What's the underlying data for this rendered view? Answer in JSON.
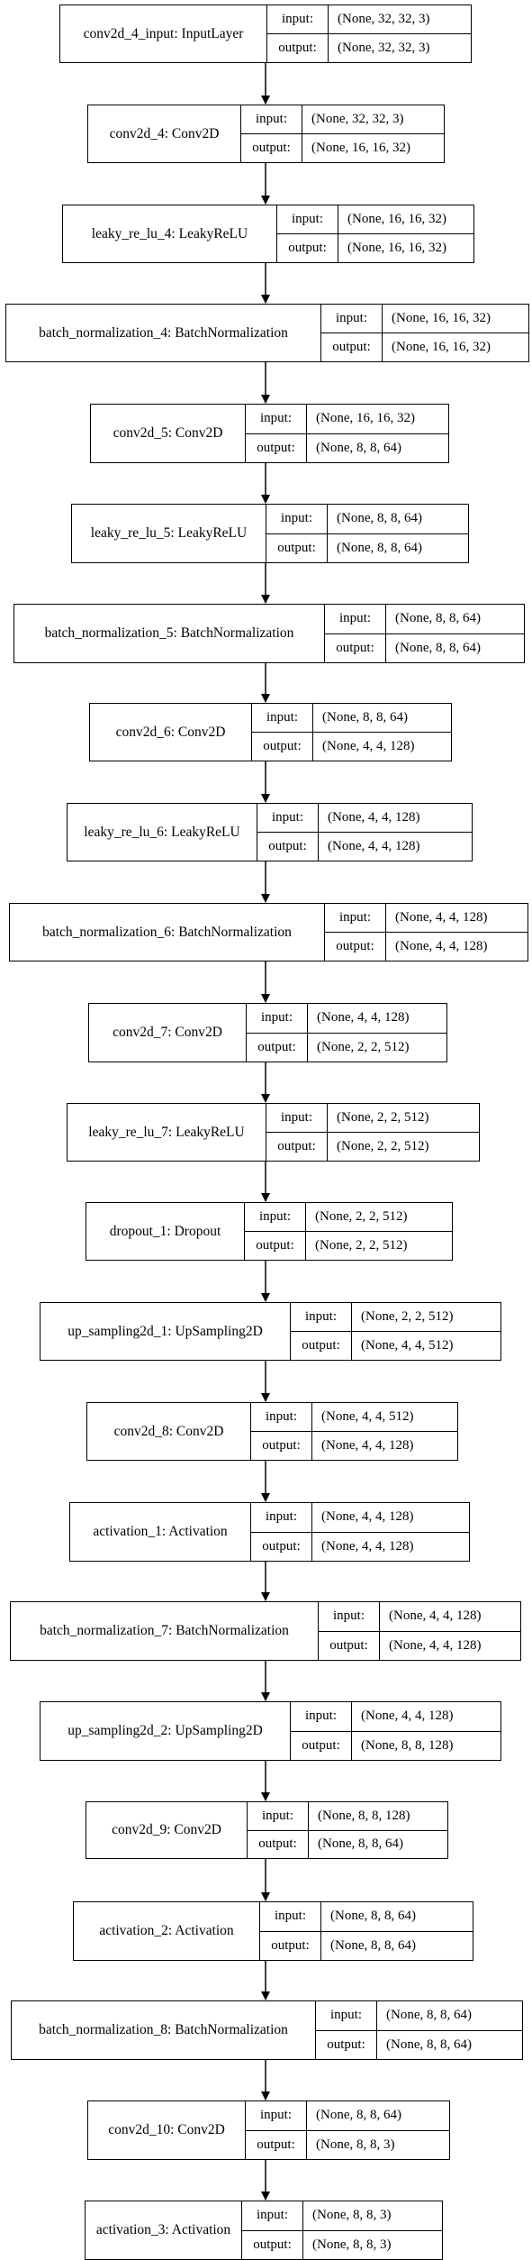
{
  "layers": [
    {
      "name": "conv2d_4_input: InputLayer",
      "input": "(None, 32, 32, 3)",
      "output": "(None, 32, 32, 3)"
    },
    {
      "name": "conv2d_4: Conv2D",
      "input": "(None, 32, 32, 3)",
      "output": "(None, 16, 16, 32)"
    },
    {
      "name": "leaky_re_lu_4: LeakyReLU",
      "input": "(None, 16, 16, 32)",
      "output": "(None, 16, 16, 32)"
    },
    {
      "name": "batch_normalization_4: BatchNormalization",
      "input": "(None, 16, 16, 32)",
      "output": "(None, 16, 16, 32)"
    },
    {
      "name": "conv2d_5: Conv2D",
      "input": "(None, 16, 16, 32)",
      "output": "(None, 8, 8, 64)"
    },
    {
      "name": "leaky_re_lu_5: LeakyReLU",
      "input": "(None, 8, 8, 64)",
      "output": "(None, 8, 8, 64)"
    },
    {
      "name": "batch_normalization_5: BatchNormalization",
      "input": "(None, 8, 8, 64)",
      "output": "(None, 8, 8, 64)"
    },
    {
      "name": "conv2d_6: Conv2D",
      "input": "(None, 8, 8, 64)",
      "output": "(None, 4, 4, 128)"
    },
    {
      "name": "leaky_re_lu_6: LeakyReLU",
      "input": "(None, 4, 4, 128)",
      "output": "(None, 4, 4, 128)"
    },
    {
      "name": "batch_normalization_6: BatchNormalization",
      "input": "(None, 4, 4, 128)",
      "output": "(None, 4, 4, 128)"
    },
    {
      "name": "conv2d_7: Conv2D",
      "input": "(None, 4, 4, 128)",
      "output": "(None, 2, 2, 512)"
    },
    {
      "name": "leaky_re_lu_7: LeakyReLU",
      "input": "(None, 2, 2, 512)",
      "output": "(None, 2, 2, 512)"
    },
    {
      "name": "dropout_1: Dropout",
      "input": "(None, 2, 2, 512)",
      "output": "(None, 2, 2, 512)"
    },
    {
      "name": "up_sampling2d_1: UpSampling2D",
      "input": "(None, 2, 2, 512)",
      "output": "(None, 4, 4, 512)"
    },
    {
      "name": "conv2d_8: Conv2D",
      "input": "(None, 4, 4, 512)",
      "output": "(None, 4, 4, 128)"
    },
    {
      "name": "activation_1: Activation",
      "input": "(None, 4, 4, 128)",
      "output": "(None, 4, 4, 128)"
    },
    {
      "name": "batch_normalization_7: BatchNormalization",
      "input": "(None, 4, 4, 128)",
      "output": "(None, 4, 4, 128)"
    },
    {
      "name": "up_sampling2d_2: UpSampling2D",
      "input": "(None, 4, 4, 128)",
      "output": "(None, 8, 8, 128)"
    },
    {
      "name": "conv2d_9: Conv2D",
      "input": "(None, 8, 8, 128)",
      "output": "(None, 8, 8, 64)"
    },
    {
      "name": "activation_2: Activation",
      "input": "(None, 8, 8, 64)",
      "output": "(None, 8, 8, 64)"
    },
    {
      "name": "batch_normalization_8: BatchNormalization",
      "input": "(None, 8, 8, 64)",
      "output": "(None, 8, 8, 64)"
    },
    {
      "name": "conv2d_10: Conv2D",
      "input": "(None, 8, 8, 64)",
      "output": "(None, 8, 8, 3)"
    },
    {
      "name": "activation_3: Activation",
      "input": "(None, 8, 8, 3)",
      "output": "(None, 8, 8, 3)"
    }
  ],
  "port_labels": {
    "input": "input:",
    "output": "output:"
  }
}
